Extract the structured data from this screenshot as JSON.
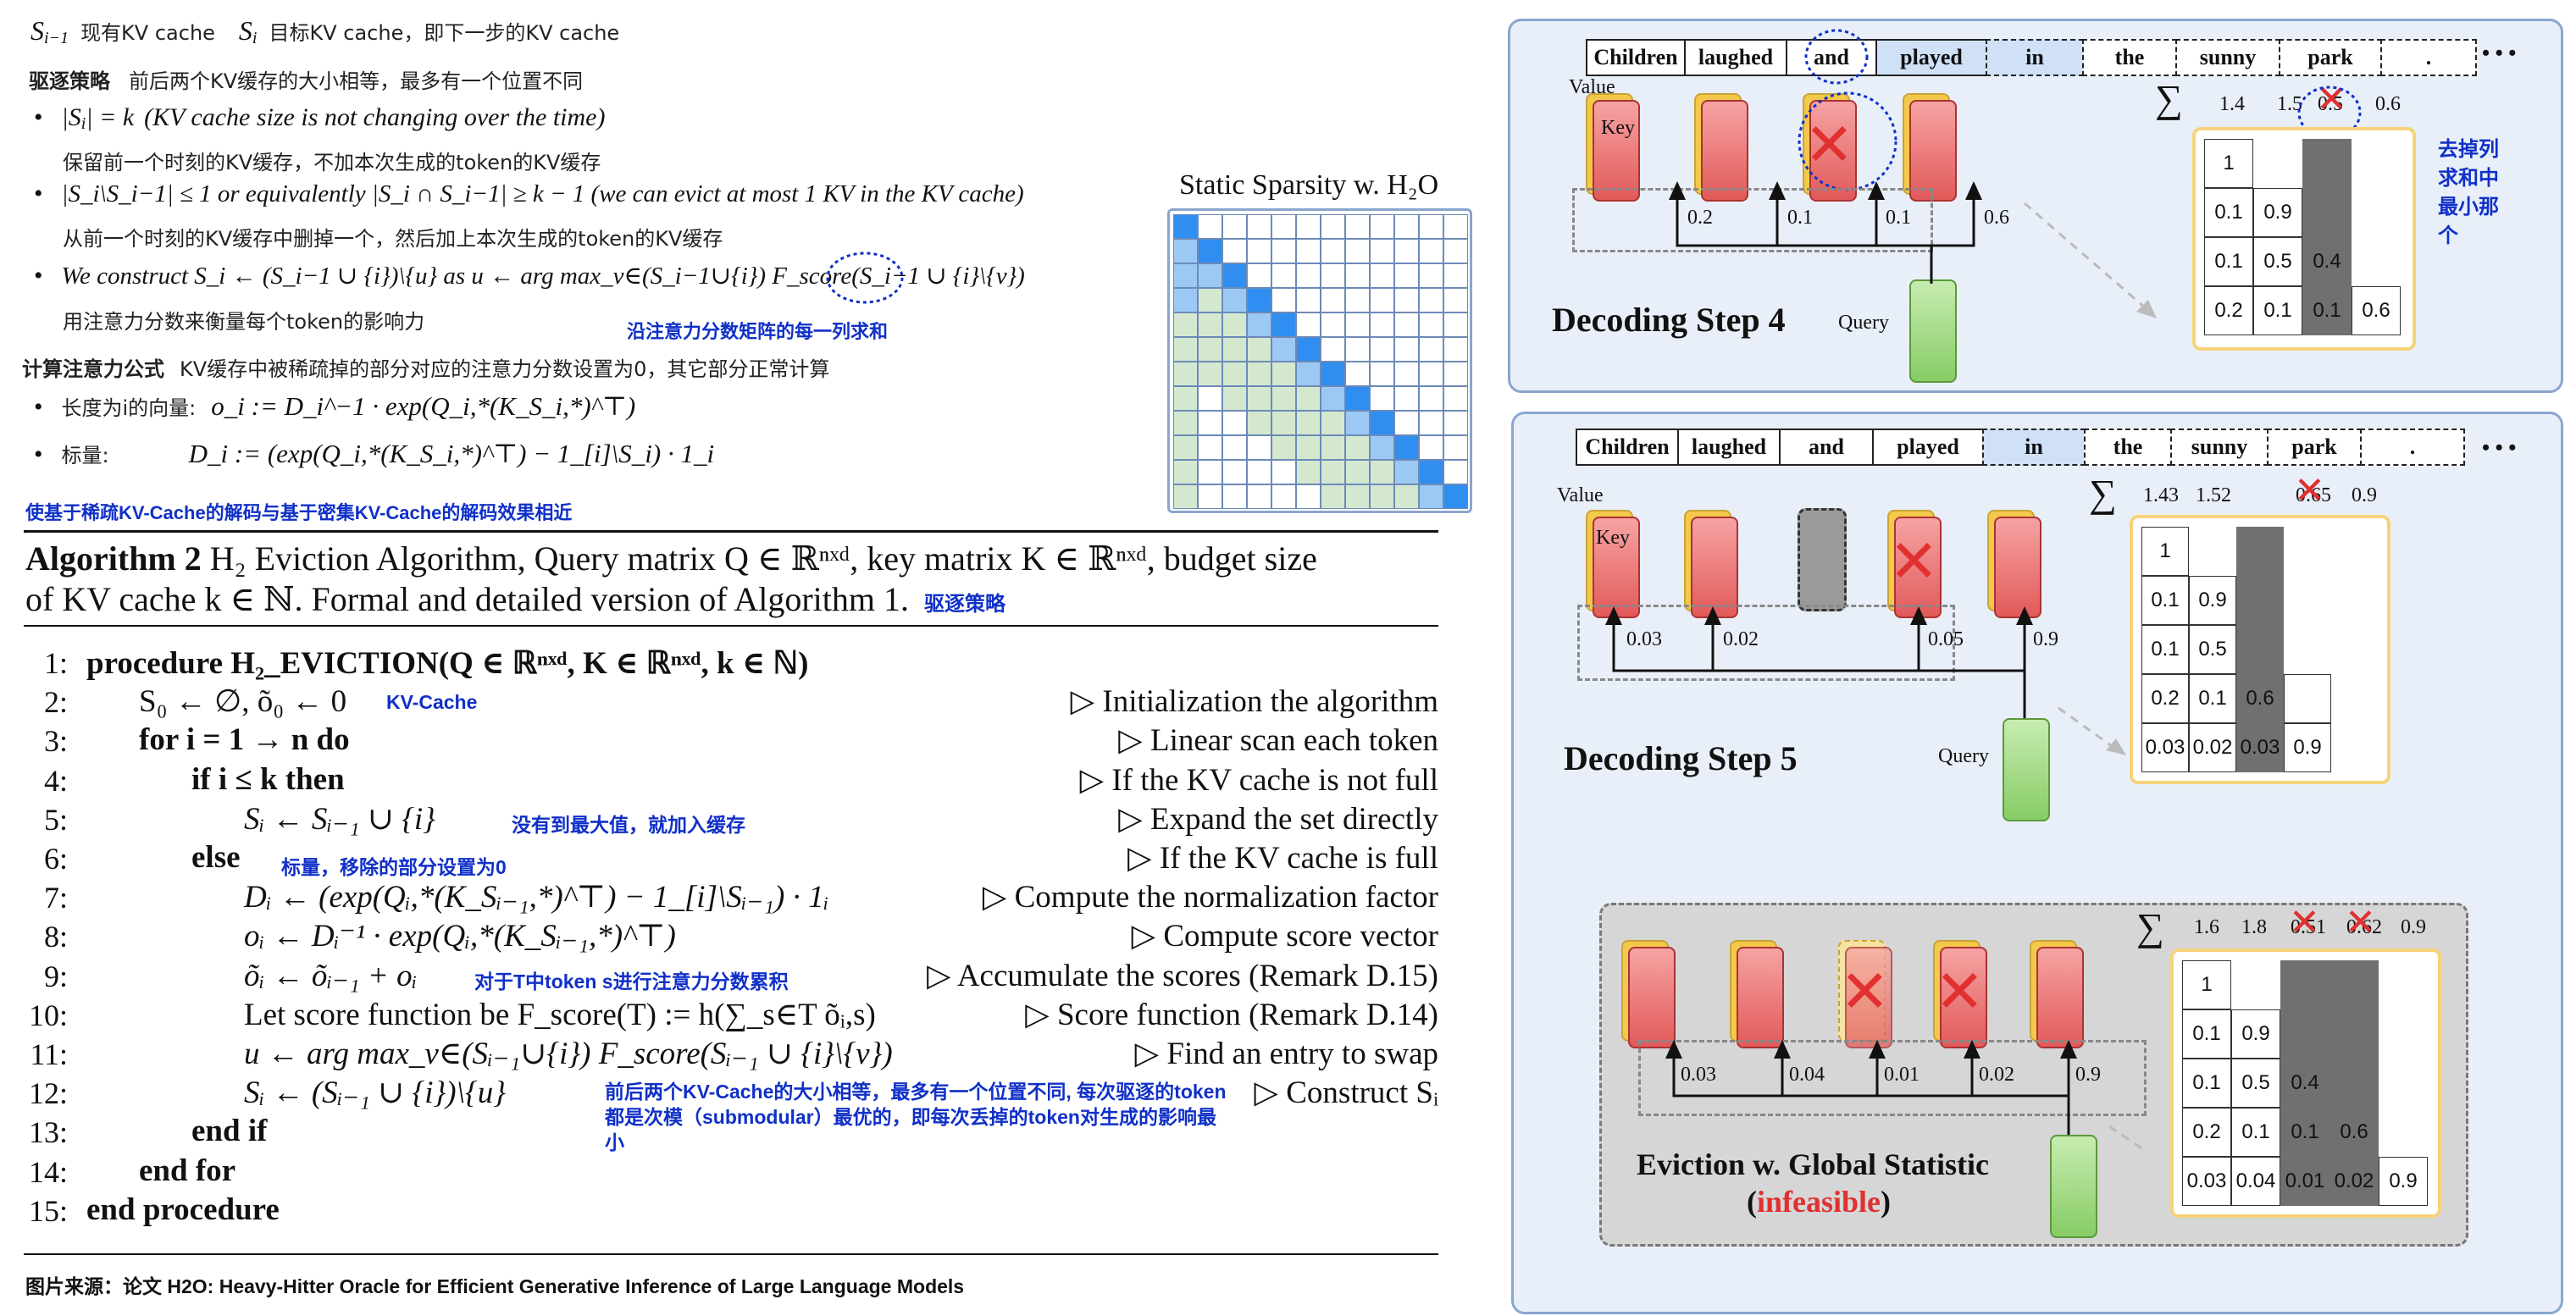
{
  "defs": {
    "s_prev_sym": "S",
    "s_prev_sub": "i−1",
    "s_prev_desc": "现有KV cache",
    "s_cur_sym": "S",
    "s_cur_sub": "i",
    "s_cur_desc": "目标KV cache，即下一步的KV cache"
  },
  "policy": {
    "title": "驱逐策略",
    "desc": "前后两个KV缓存的大小相等，最多有一个位置不同",
    "b1_math": "|S",
    "b1_math2": "| = k",
    "b1_text": "(KV cache size is not changing over the time)",
    "b1_cn": "保留前一个时刻的KV缓存，不加本次生成的token的KV缓存",
    "b2_math": "|S_i\\S_i−1| ≤ 1 or equivalently |S_i ∩ S_i−1| ≥ k − 1 (we can evict at most 1 KV in the KV cache)",
    "b2_cn": "从前一个时刻的KV缓存中删掉一个，然后加上本次生成的token的KV缓存",
    "b3_math": "We construct S_i ← (S_i−1 ∪ {i})\\{u} as u ← arg max_v∈(S_i−1∪{i}) F_score(S_i−1 ∪ {i}\\{v})",
    "b3_cn": "用注意力分数来衡量每个token的影响力",
    "b3_note": "沿注意力分数矩阵的每一列求和"
  },
  "attention": {
    "title": "计算注意力公式",
    "desc": "KV缓存中被稀疏掉的部分对应的注意力分数设置为0，其它部分正常计算",
    "o_label": "长度为i的向量:",
    "o_formula": "o_i := D_i^−1 · exp(Q_i,*(K_S_i,*)^⊤)",
    "d_label": "标量:",
    "d_formula": "D_i := (exp(Q_i,*(K_S_i,*)^⊤) − 1_[i]\\S_i) · 1_i",
    "summary": "使基于稀疏KV-Cache的解码与基于密集KV-Cache的解码效果相近"
  },
  "sparsity": {
    "title": "Static Sparsity w. H₂O"
  },
  "algorithm": {
    "caption_bold": "Algorithm 2",
    "caption_text": "H₂ Eviction Algorithm, Query matrix Q ∈ ℝⁿˣᵈ, key matrix K ∈ ℝⁿˣᵈ, budget size",
    "caption_text2": "of KV cache k ∈ ℕ. Formal and detailed version of Algorithm 1.",
    "caption_note": "驱逐策略",
    "lines": [
      {
        "n": "1:",
        "code": "procedure H₂_EVICTION(Q ∈ ℝⁿˣᵈ, K ∈ ℝⁿˣᵈ, k ∈ ℕ)",
        "cmt": "",
        "note": ""
      },
      {
        "n": "2:",
        "code": "S₀ ← ∅, õ₀ ← 0",
        "cmt": "▷ Initialization the algorithm",
        "note": "KV-Cache"
      },
      {
        "n": "3:",
        "code": "for i = 1 → n do",
        "cmt": "▷ Linear scan each token",
        "note": ""
      },
      {
        "n": "4:",
        "code": "if i ≤ k then",
        "cmt": "▷ If the KV cache is not full",
        "note": ""
      },
      {
        "n": "5:",
        "code": "Sᵢ ← Sᵢ₋₁ ∪ {i}",
        "cmt": "▷ Expand the set directly",
        "note": "没有到最大值，就加入缓存"
      },
      {
        "n": "6:",
        "code": "else",
        "cmt": "▷ If the KV cache is full",
        "note": "标量，移除的部分设置为0"
      },
      {
        "n": "7:",
        "code": "Dᵢ ← (exp(Qᵢ,*(K_Sᵢ₋₁,*)^⊤) − 1_[i]\\Sᵢ₋₁) · 1ᵢ",
        "cmt": "▷ Compute the normalization factor",
        "note": ""
      },
      {
        "n": "8:",
        "code": "oᵢ ← Dᵢ⁻¹ · exp(Qᵢ,*(K_Sᵢ₋₁,*)^⊤)",
        "cmt": "▷ Compute score vector",
        "note": ""
      },
      {
        "n": "9:",
        "code": "õᵢ ← õᵢ₋₁ + oᵢ",
        "cmt": "▷ Accumulate the scores (Remark D.15)",
        "note": "对于T中token s进行注意力分数累积"
      },
      {
        "n": "10:",
        "code": "Let score function be F_score(T) := h(∑_s∈T õᵢ,s)",
        "cmt": "▷ Score function (Remark D.14)",
        "note": ""
      },
      {
        "n": "11:",
        "code": "u ← arg max_v∈(Sᵢ₋₁∪{i}) F_score(Sᵢ₋₁ ∪ {i}\\{v})",
        "cmt": "▷ Find an entry to swap",
        "note": ""
      },
      {
        "n": "12:",
        "code": "Sᵢ ← (Sᵢ₋₁ ∪ {i})\\{u}",
        "cmt": "▷ Construct Sᵢ",
        "note": "前后两个KV-Cache的大小相等，最多有一个位置不同, 每次驱逐的token都是次模（submodular）最优的，即每次丢掉的token对生成的影响最小"
      },
      {
        "n": "13:",
        "code": "end if",
        "cmt": "",
        "note": ""
      },
      {
        "n": "14:",
        "code": "end for",
        "cmt": "",
        "note": ""
      },
      {
        "n": "15:",
        "code": "end procedure",
        "cmt": "",
        "note": ""
      }
    ]
  },
  "source": "图片来源：论文 H2O: Heavy-Hitter Oracle for Efficient Generative Inference of Large Language Models",
  "step4": {
    "title": "Decoding Step 4",
    "tokens": [
      "Children",
      "laughed",
      "and",
      "played",
      "in",
      "the",
      "sunny",
      "park",
      "."
    ],
    "ellipsis": "• • •",
    "value_label": "Value",
    "key_label": "Key",
    "query_label": "Query",
    "weights": [
      "0.2",
      "0.1",
      "0.1",
      "0.6"
    ],
    "sum_symbol": "∑",
    "sums": [
      "1.4",
      "1.5",
      "0.5",
      "0.6"
    ],
    "matrix": [
      [
        "1",
        "",
        "",
        ""
      ],
      [
        "0.1",
        "0.9",
        "",
        ""
      ],
      [
        "0.1",
        "0.5",
        "0.4",
        ""
      ],
      [
        "0.2",
        "0.1",
        "0.1",
        "0.6"
      ]
    ],
    "note": "去掉列求和中最小那个"
  },
  "step5": {
    "title": "Decoding Step 5",
    "tokens": [
      "Children",
      "laughed",
      "and",
      "played",
      "in",
      "the",
      "sunny",
      "park",
      "."
    ],
    "ellipsis": "• • •",
    "value_label": "Value",
    "key_label": "Key",
    "query_label": "Query",
    "weights": [
      "0.03",
      "0.02",
      "0.05",
      "0.9"
    ],
    "sum_symbol": "∑",
    "sums": [
      "1.43",
      "1.52",
      "0.65",
      "0.9"
    ],
    "matrix": [
      [
        "1",
        "",
        "",
        ""
      ],
      [
        "0.1",
        "0.9",
        "",
        ""
      ],
      [
        "0.1",
        "0.5",
        "",
        ""
      ],
      [
        "0.2",
        "0.1",
        "0.6",
        ""
      ],
      [
        "0.03",
        "0.02",
        "0.03",
        "0.9"
      ]
    ]
  },
  "global": {
    "title": "Eviction w. Global Statistic",
    "infeasible": "infeasible",
    "paren_open": "(",
    "paren_close": ")",
    "weights": [
      "0.03",
      "0.04",
      "0.01",
      "0.02",
      "0.9"
    ],
    "sum_symbol": "∑",
    "sums": [
      "1.6",
      "1.8",
      "0.51",
      "0.62",
      "0.9"
    ],
    "matrix": [
      [
        "1",
        "",
        "",
        "",
        ""
      ],
      [
        "0.1",
        "0.9",
        "",
        "",
        ""
      ],
      [
        "0.1",
        "0.5",
        "0.4",
        "",
        ""
      ],
      [
        "0.2",
        "0.1",
        "0.1",
        "0.6",
        ""
      ],
      [
        "0.03",
        "0.04",
        "0.01",
        "0.02",
        "0.9"
      ]
    ]
  },
  "colors": {
    "panel_border": "#8aa6cf",
    "panel_bg": "#e9eff8",
    "note_blue": "#1030c8",
    "key_red": "#e25a5a",
    "query_green": "#87cc66",
    "matrix_border": "#f6d27a",
    "evict_red": "#e03030"
  }
}
